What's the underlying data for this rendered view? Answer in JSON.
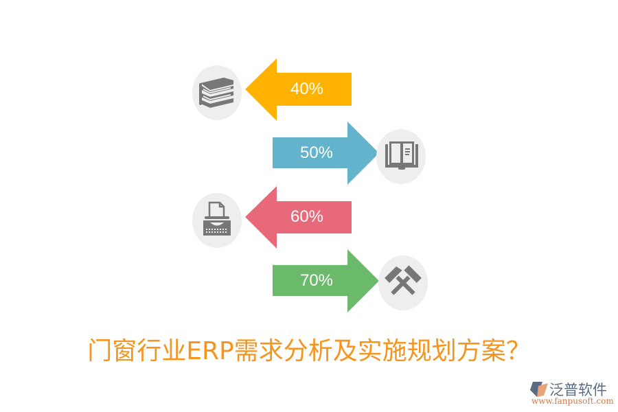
{
  "diagram": {
    "items": [
      {
        "label": "40%",
        "direction": "left",
        "color": "#ffb300",
        "icon": "books-icon"
      },
      {
        "label": "50%",
        "direction": "right",
        "color": "#62b3cb",
        "icon": "open-book-icon"
      },
      {
        "label": "60%",
        "direction": "left",
        "color": "#e8697a",
        "icon": "typewriter-icon"
      },
      {
        "label": "70%",
        "direction": "right",
        "color": "#6bb96b",
        "icon": "hammers-icon"
      }
    ],
    "icon_circle_color": "#eeeeee",
    "icon_color": "#777777"
  },
  "title": "门窗行业ERP需求分析及实施规划方案？",
  "title_color": "#f7941d",
  "logo": {
    "name": "泛普软件",
    "url": "www.fanpusoft.com"
  }
}
